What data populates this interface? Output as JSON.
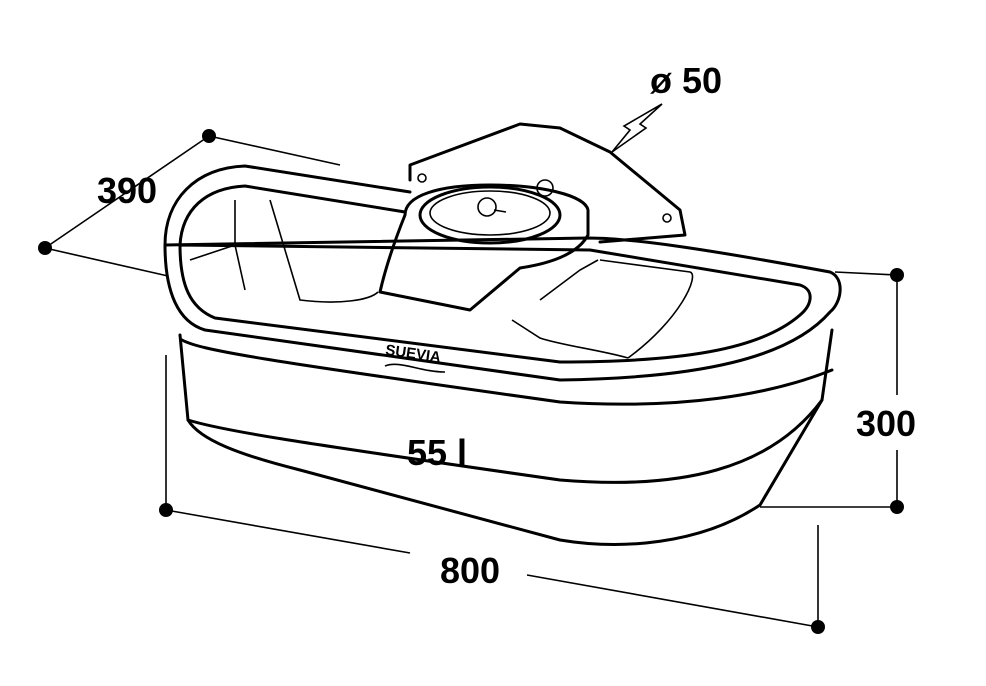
{
  "drawing": {
    "title": "Water trough dimension drawing",
    "brand_logo": "SUEVIA",
    "capacity_label": "55 l",
    "dimensions": {
      "depth": "390",
      "height": "300",
      "width": "800",
      "inlet_diameter": "ø 50"
    },
    "line_color": "#000000",
    "background": "#ffffff"
  }
}
